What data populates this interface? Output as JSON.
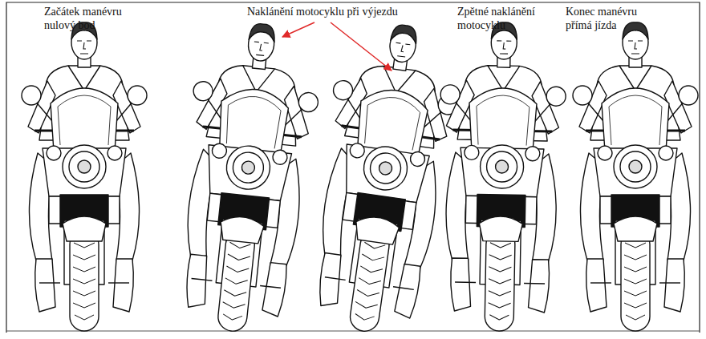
{
  "diagram": {
    "labels": [
      "Začátek manévru nulový bod",
      "Naklánění motocyklu při výjezdu",
      "Zpětné naklánění motocyklu",
      "Konec manévru přímá jízda"
    ]
  }
}
